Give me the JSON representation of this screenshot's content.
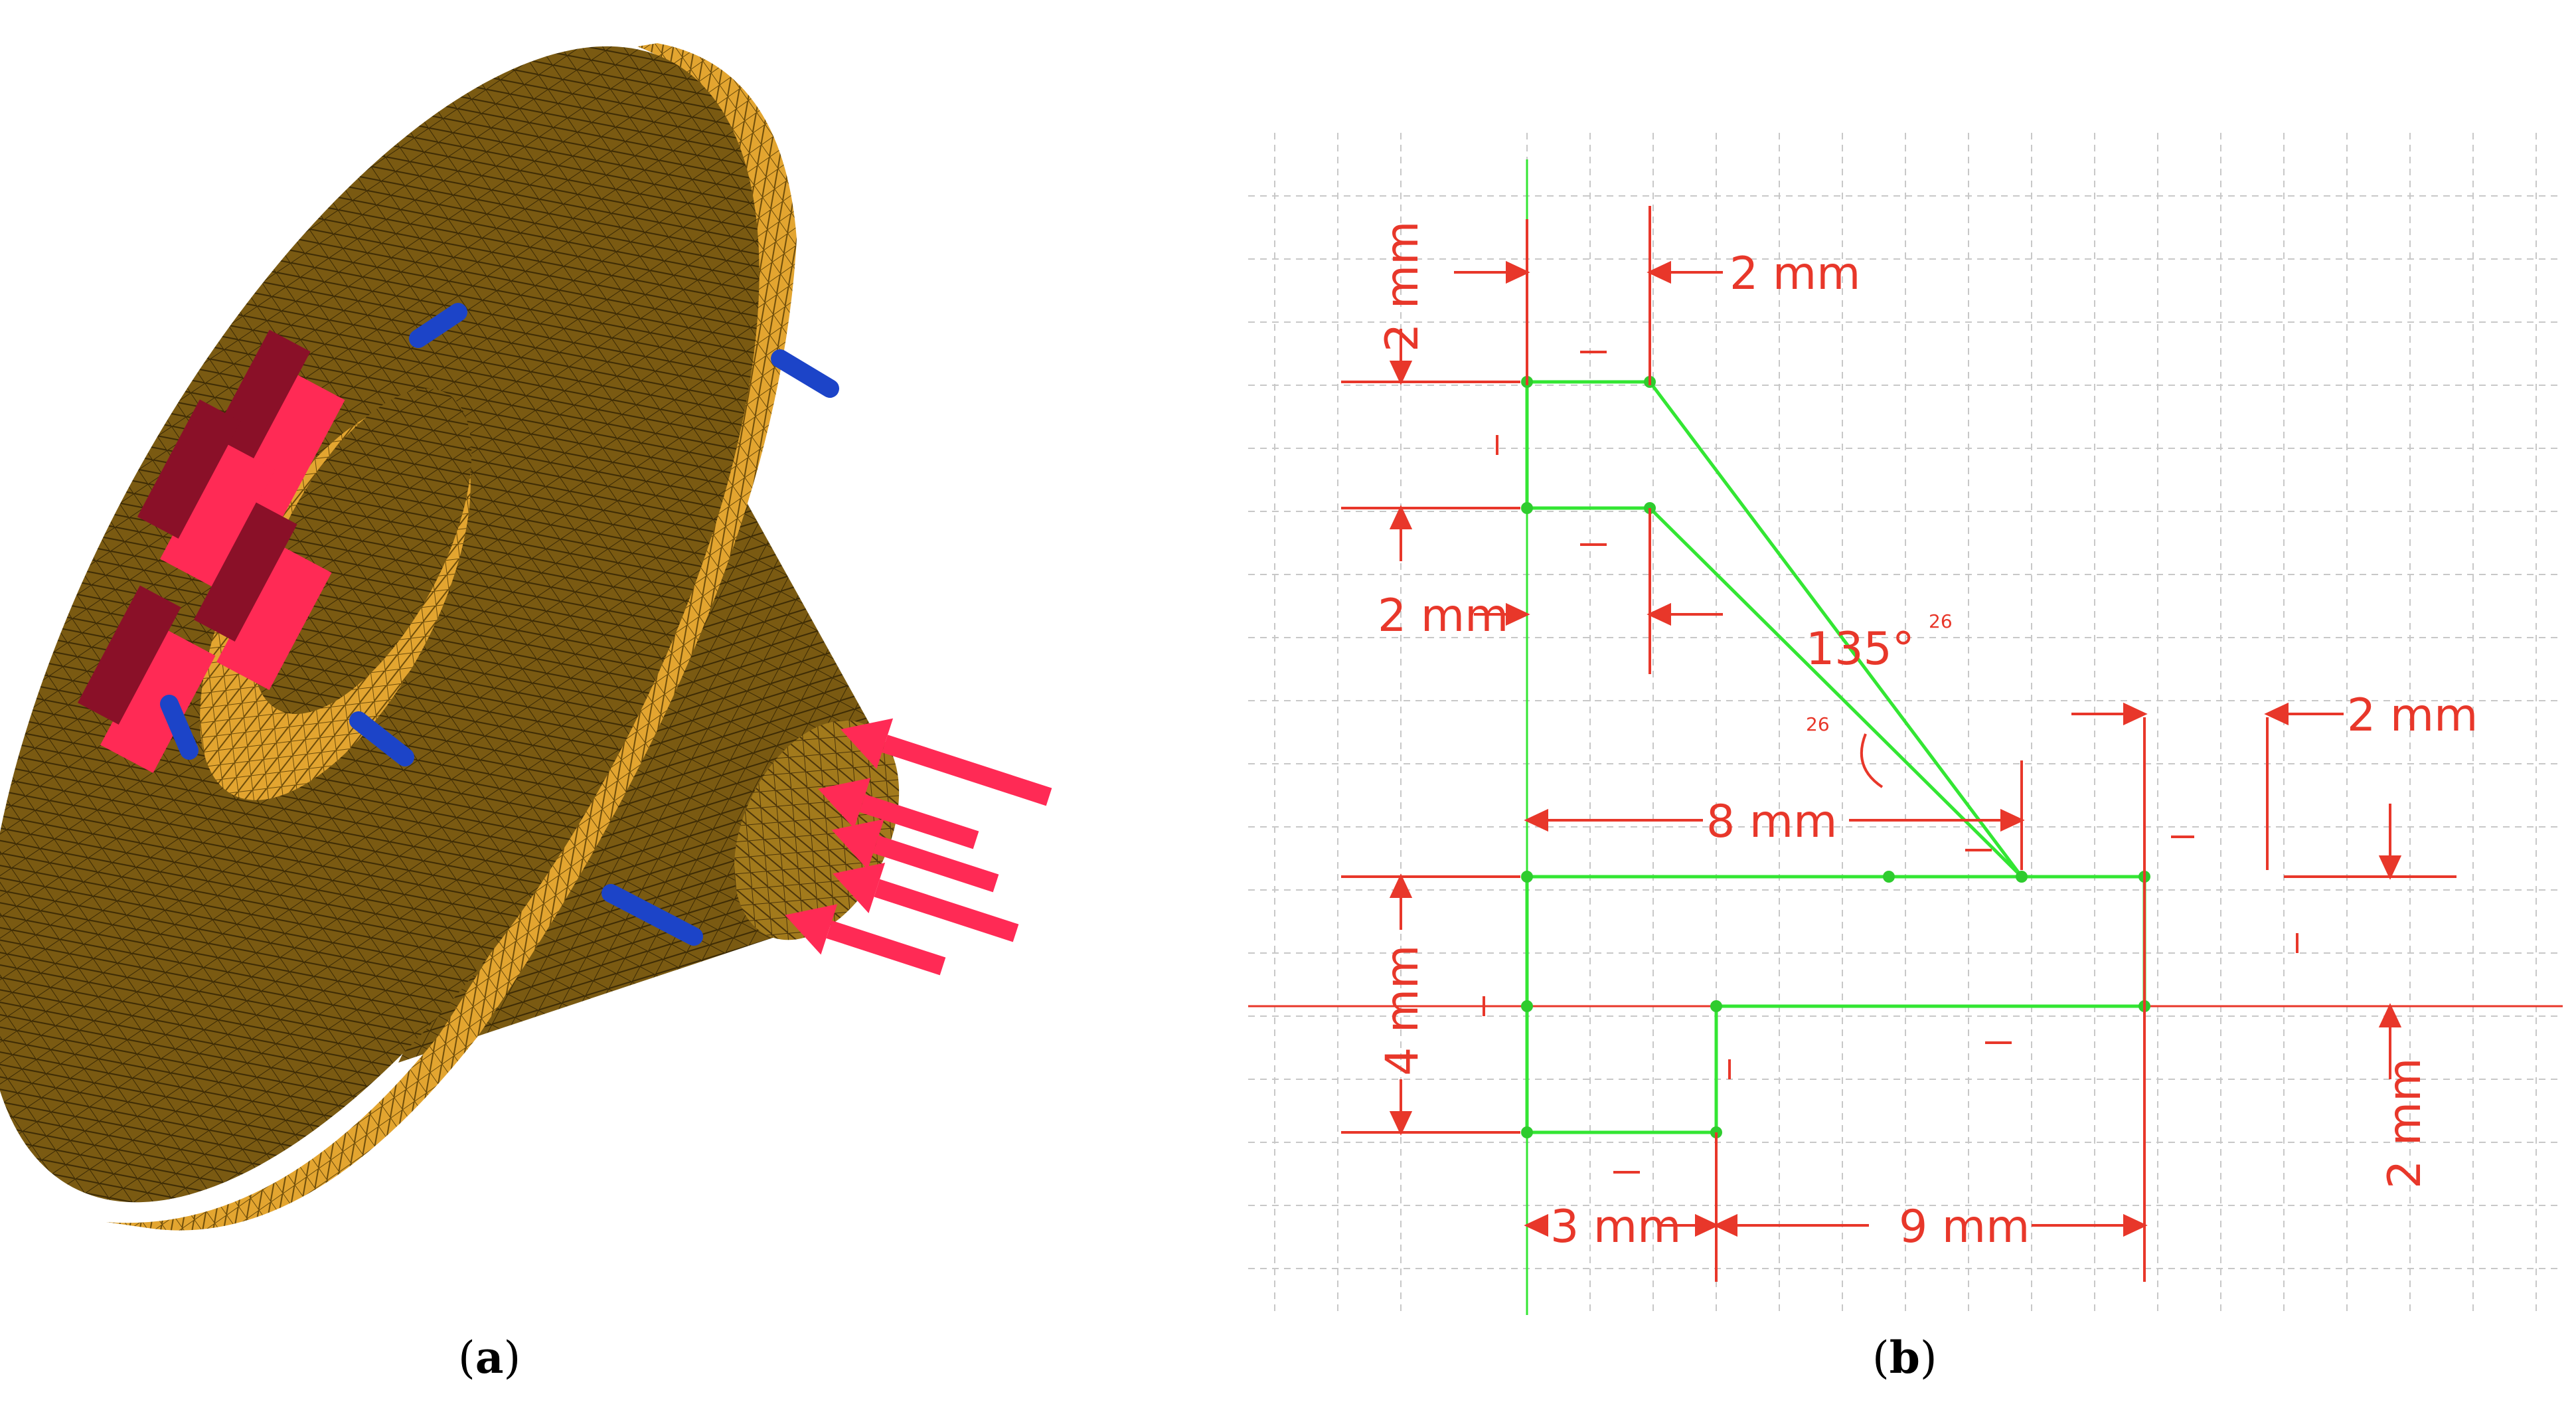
{
  "captions": {
    "a": "a",
    "b": "b"
  },
  "sketch": {
    "dims": {
      "top_left_vertical": "2 mm",
      "top_width": "2 mm",
      "mid_left": "2 mm",
      "right_top": "2 mm",
      "width_8": "8 mm",
      "angle": "135",
      "angle_unit": "°",
      "height_4": "4 mm",
      "right_bottom": "2 mm",
      "bottom_3": "3 mm",
      "bottom_9": "9 mm",
      "parallel_tag_1": "26",
      "parallel_tag_2": "26"
    }
  },
  "colors": {
    "mesh": "#7a5a12",
    "mesh_light": "#e0a330",
    "load_arrow": "#ff2a55",
    "fixture_dark": "#8a1028",
    "support_blue": "#1c44c8",
    "sketch_green": "#33e633",
    "dimension_red": "#e8372a",
    "grid": "#c8c8c8"
  }
}
